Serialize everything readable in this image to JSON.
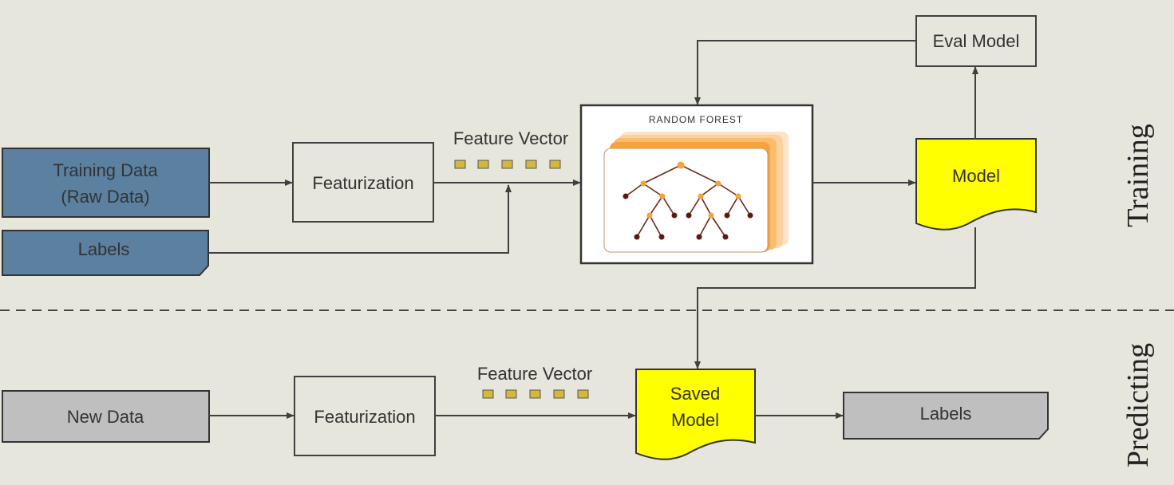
{
  "training": {
    "section_label": "Training",
    "training_data_line1": "Training Data",
    "training_data_line2": "(Raw Data)",
    "labels_input": "Labels",
    "featurization": "Featurization",
    "feature_vector": "Feature Vector",
    "random_forest_title": "RANDOM FOREST",
    "model": "Model",
    "eval_model": "Eval Model"
  },
  "predicting": {
    "section_label": "Predicting",
    "new_data": "New Data",
    "featurization": "Featurization",
    "feature_vector": "Feature Vector",
    "saved_model_line1": "Saved",
    "saved_model_line2": "Model",
    "labels_output": "Labels"
  },
  "colors": {
    "background": "#e6e6dc",
    "blue_box": "#5b80a0",
    "gray_box": "#bfbfbf",
    "yellow_doc": "#ffff00",
    "feature_square": "#d4b83a",
    "forest_orange": "#f7a23a"
  }
}
